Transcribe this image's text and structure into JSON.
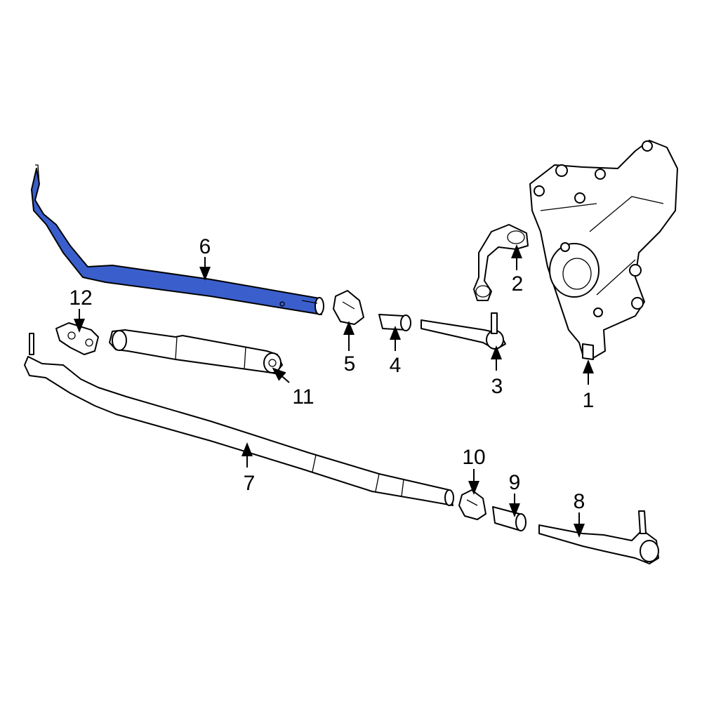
{
  "diagram": {
    "highlight_color": "#3a5fcd",
    "highlighted_part": "6",
    "callouts": [
      {
        "id": "1",
        "label": "1"
      },
      {
        "id": "2",
        "label": "2"
      },
      {
        "id": "3",
        "label": "3"
      },
      {
        "id": "4",
        "label": "4"
      },
      {
        "id": "5",
        "label": "5"
      },
      {
        "id": "6",
        "label": "6"
      },
      {
        "id": "7",
        "label": "7"
      },
      {
        "id": "8",
        "label": "8"
      },
      {
        "id": "9",
        "label": "9"
      },
      {
        "id": "10",
        "label": "10"
      },
      {
        "id": "11",
        "label": "11"
      },
      {
        "id": "12",
        "label": "12"
      }
    ]
  }
}
